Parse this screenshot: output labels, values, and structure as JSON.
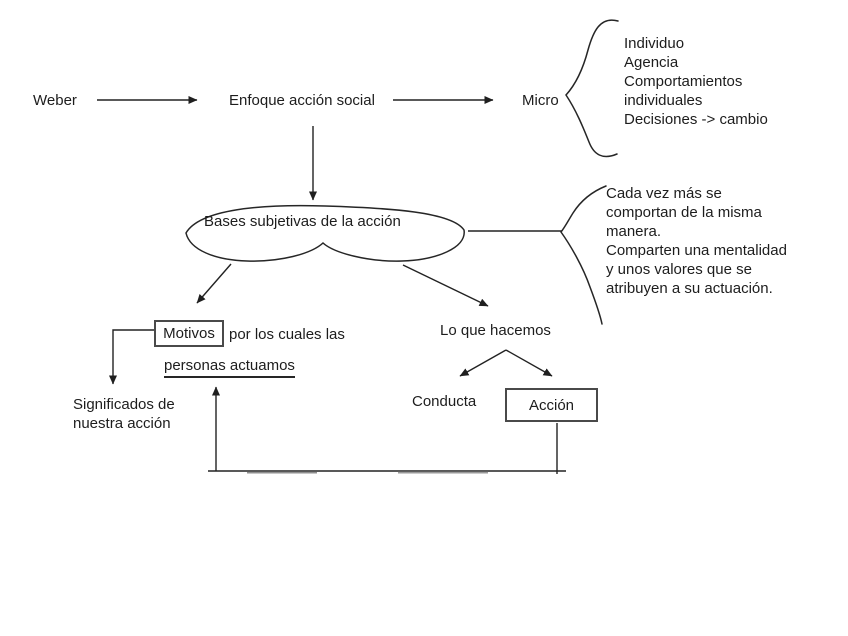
{
  "canvas": {
    "background": "#ffffff",
    "ink": "#1d1d1d",
    "box_border": "#4a4a4a"
  },
  "nodes": {
    "weber": "Weber",
    "enfoque": "Enfoque acción social",
    "micro": "Micro",
    "bases": "Bases subjetivas de la acción",
    "motivos": "Motivos",
    "motivos_rest": "por los cuales las",
    "personas": "personas actuamos",
    "significados_1": "Significados de",
    "significados_2": "nuestra acción",
    "hacemos": "Lo que hacemos",
    "conducta": "Conducta",
    "accion": "Acción"
  },
  "micro_brace_lines": [
    "Individuo",
    "Agencia",
    "Comportamientos",
    "individuales",
    "Decisiones -> cambio"
  ],
  "bases_brace_lines": [
    "Cada vez más se",
    "comportan de la misma",
    "manera.",
    "Comparten una mentalidad",
    "y unos valores que se",
    "atribuyen a su actuación."
  ]
}
